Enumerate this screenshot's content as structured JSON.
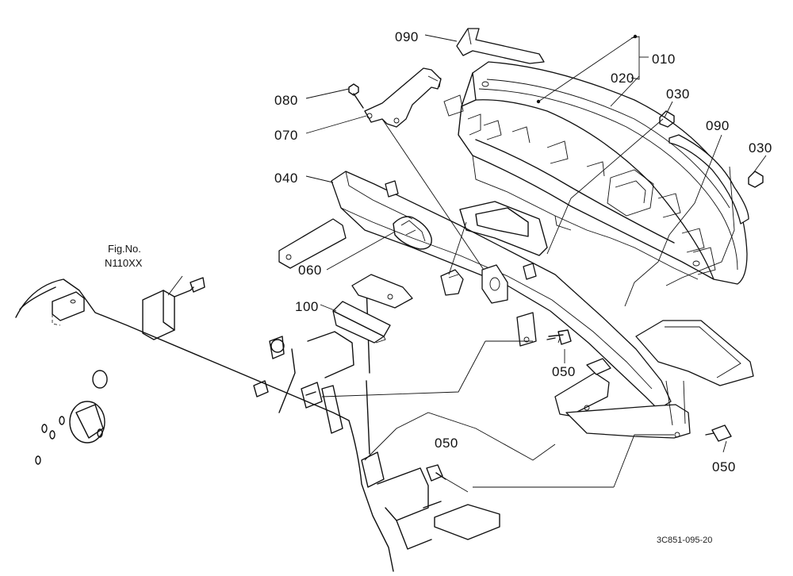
{
  "diagram": {
    "part_labels": {
      "p090_top": "090",
      "p010": "010",
      "p020": "020",
      "p030_a": "030",
      "p090_right": "090",
      "p030_b": "030",
      "p080": "080",
      "p070": "070",
      "p040": "040",
      "p060": "060",
      "p100": "100",
      "p050_a": "050",
      "p050_b": "050",
      "p050_c": "050"
    },
    "fig_ref": {
      "line1": "Fig.No.",
      "line2": "N110XX"
    },
    "drawing_code": "3C851-095-20"
  }
}
